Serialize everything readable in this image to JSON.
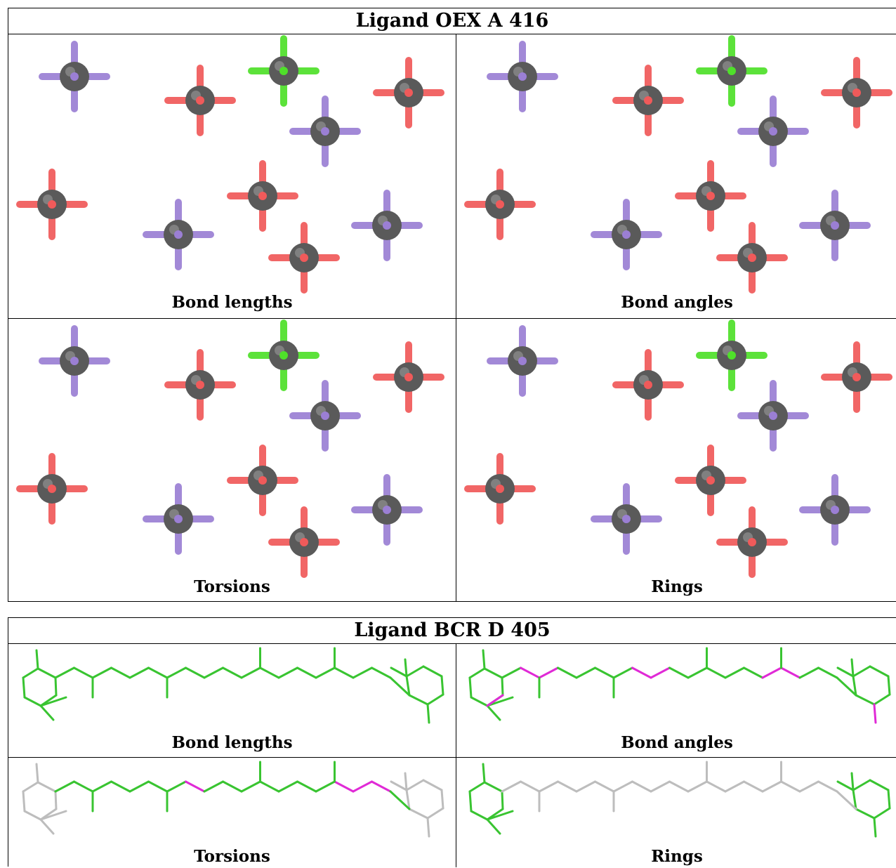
{
  "oex_table": {
    "title": "Ligand OEX A 416",
    "panels": [
      {
        "caption": "Bond lengths"
      },
      {
        "caption": "Bond angles"
      },
      {
        "caption": "Torsions"
      },
      {
        "caption": "Rings"
      }
    ]
  },
  "bcr_table": {
    "title": "Ligand BCR D 405",
    "panels": [
      {
        "caption": "Bond lengths"
      },
      {
        "caption": "Bond angles"
      },
      {
        "caption": "Torsions"
      },
      {
        "caption": "Rings"
      }
    ]
  },
  "colors": {
    "manganese": "#9b7fd4",
    "oxygen": "#f05a5a",
    "calcium": "#4fe02a",
    "atom_core": "#5a5a5a",
    "carbon_ok": "#39c431",
    "outlier": "#e02ad6",
    "not_assessed": "#bdbdbd"
  }
}
